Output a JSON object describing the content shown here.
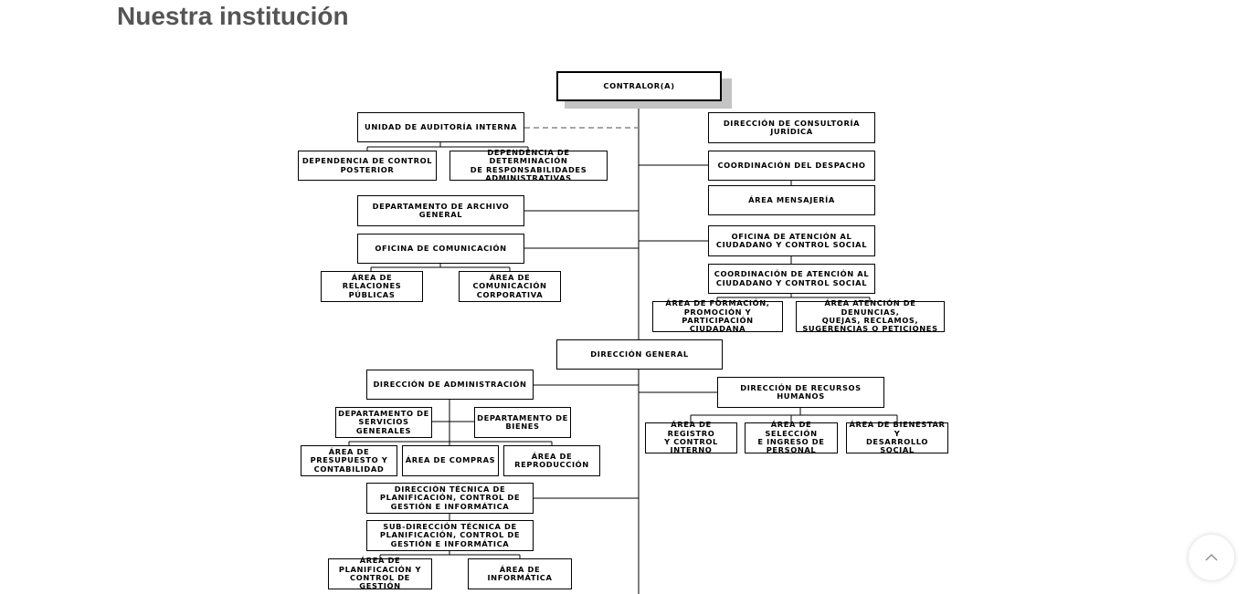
{
  "page": {
    "title": "Nuestra institución"
  },
  "org_chart": {
    "contralor": "CONTRALOR(A)",
    "unidad_auditoria": "UNIDAD DE AUDITORÍA INTERNA",
    "dep_control_posterior": "DEPENDENCIA DE CONTROL\nPOSTERIOR",
    "dep_determinacion": "DEPENDENCIA DE DETERMINACIÓN\nDE RESPONSABILIDADES\nADMINISTRATIVAS",
    "depto_archivo": "DEPARTAMENTO DE ARCHIVO\nGENERAL",
    "oficina_comunicacion": "OFICINA DE COMUNICACIÓN",
    "area_relaciones": "ÁREA DE RELACIONES\nPÚBLICAS",
    "area_comunicacion_corp": "ÁREA DE\nCOMUNICACIÓN\nCORPORATIVA",
    "dir_consultoria": "DIRECCIÓN DE CONSULTORÍA\nJURÍDICA",
    "coord_despacho": "COORDINACIÓN DEL DESPACHO",
    "area_mensajeria": "ÁREA MENSAJERÍA",
    "oficina_atencion": "OFICINA DE ATENCIÓN AL\nCIUDADANO Y CONTROL SOCIAL",
    "coord_atencion": "COORDINACIÓN DE ATENCIÓN AL\nCIUDADANO Y CONTROL SOCIAL",
    "area_formacion": "ÁREA DE FORMACIÓN,\nPROMOCIÓN Y\nPARTICIPACIÓN CIUDADANA",
    "area_denuncias": "ÁREA ATENCIÓN DE DENUNCIAS,\nQUEJAS, RECLAMOS,\nSUGERENCIAS O PETICIONES",
    "dir_general": "DIRECCIÓN GENERAL",
    "dir_administracion": "DIRECCIÓN DE ADMINISTRACIÓN",
    "depto_servicios": "DEPARTAMENTO DE\nSERVICIOS\nGENERALES",
    "depto_bienes": "DEPARTAMENTO DE\nBIENES",
    "area_presupuesto": "ÁREA DE\nPRESUPUESTO Y\nCONTABILIDAD",
    "area_compras": "ÁREA DE COMPRAS",
    "area_reproduccion": "ÁREA DE\nREPRODUCCIÓN",
    "dir_tecnica": "DIRECCIÓN TÉCNICA DE\nPLANIFICACIÓN, CONTROL DE\nGESTIÓN E INFORMÁTICA",
    "subdir_tecnica": "SUB-DIRECCIÓN TÉCNICA DE\nPLANIFICACIÓN, CONTROL DE\nGESTIÓN E INFORMÁTICA",
    "area_planificacion": "ÁREA DE\nPLANIFICACIÓN Y\nCONTROL DE GESTIÓN",
    "area_informatica": "ÁREA DE\nINFORMÁTICA",
    "dir_rrhh": "DIRECCIÓN DE RECURSOS HUMANOS",
    "area_registro": "ÁREA DE REGISTRO\nY CONTROL\nINTERNO",
    "area_seleccion": "ÁREA DE SELECCIÓN\nE INGRESO DE\nPERSONAL",
    "area_bienestar": "ÁREA DE BIENESTAR Y\nDESARROLLO SOCIAL"
  },
  "scroll_top_icon": "chevron-up-icon"
}
